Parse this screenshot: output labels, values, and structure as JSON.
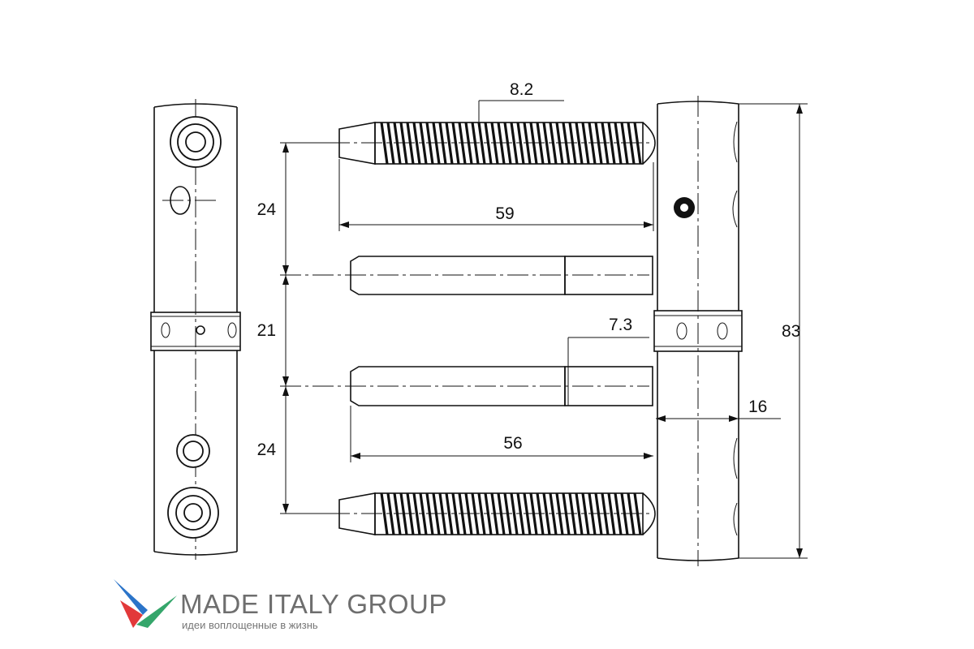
{
  "dimensions": {
    "thread_diameter": "8.2",
    "thread_length": "59",
    "pitch_upper": "24",
    "pitch_middle": "21",
    "pitch_lower": "24",
    "pin_diameter": "7.3",
    "pin_length": "56",
    "barrel_offset": "16",
    "overall_height": "83"
  },
  "brand": {
    "name": "MADE ITALY GROUP",
    "tagline": "идеи воплощенные в жизнь",
    "colors": {
      "blue": "#2b74c9",
      "red": "#e2393a",
      "green": "#35a66b"
    }
  }
}
